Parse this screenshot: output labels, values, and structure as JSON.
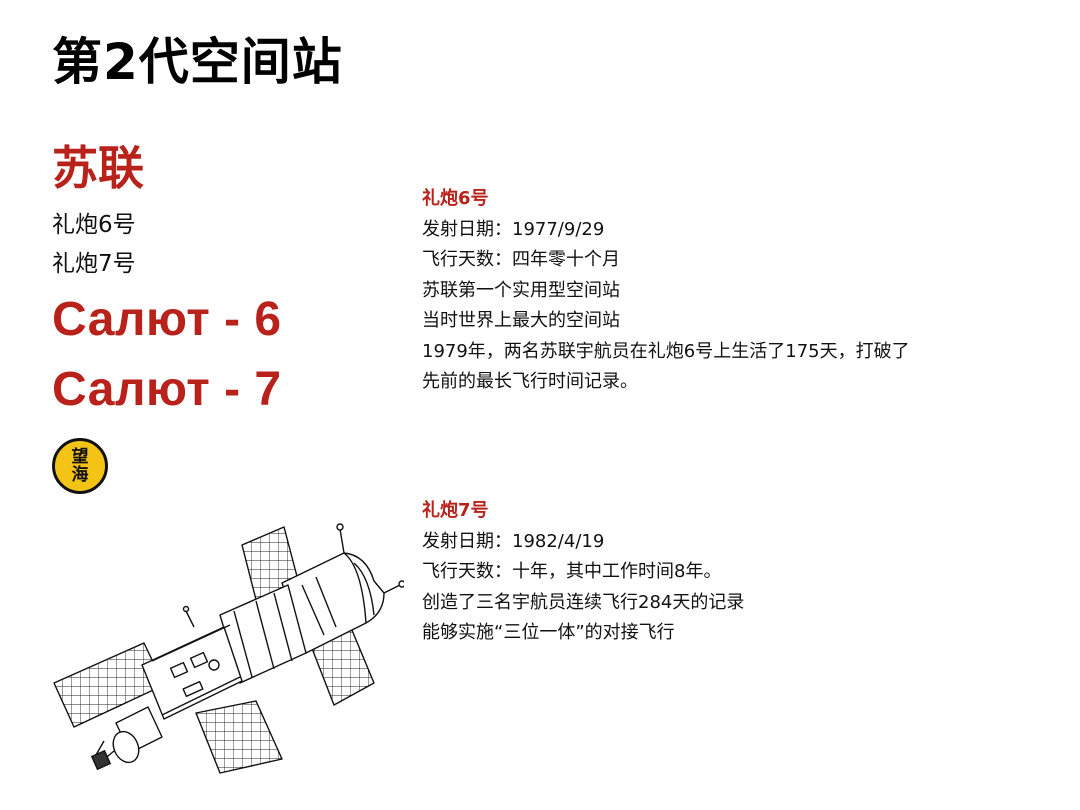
{
  "title": "第2代空间站",
  "country": "苏联",
  "stations_cn": [
    "礼炮6号",
    "礼炮7号"
  ],
  "stations_ru": [
    "Салют - 6",
    "Салют - 7"
  ],
  "badge": {
    "line1": "望",
    "line2": "海"
  },
  "salyut6": {
    "heading": "礼炮6号",
    "lines": [
      "发射日期：1977/9/29",
      "飞行天数：四年零十个月",
      "苏联第一个实用型空间站",
      "当时世界上最大的空间站",
      "1979年，两名苏联宇航员在礼炮6号上生活了175天，打破了",
      "先前的最长飞行时间记录。"
    ]
  },
  "salyut7": {
    "heading": "礼炮7号",
    "lines": [
      "发射日期：1982/4/19",
      "飞行天数：十年，其中工作时间8年。",
      "创造了三名宇航员连续飞行284天的记录",
      "能够实施“三位一体”的对接飞行"
    ]
  },
  "colors": {
    "accent": "#b8221a",
    "badge": "#f3c316",
    "text": "#111111"
  },
  "illustration": "space-station-line-drawing"
}
